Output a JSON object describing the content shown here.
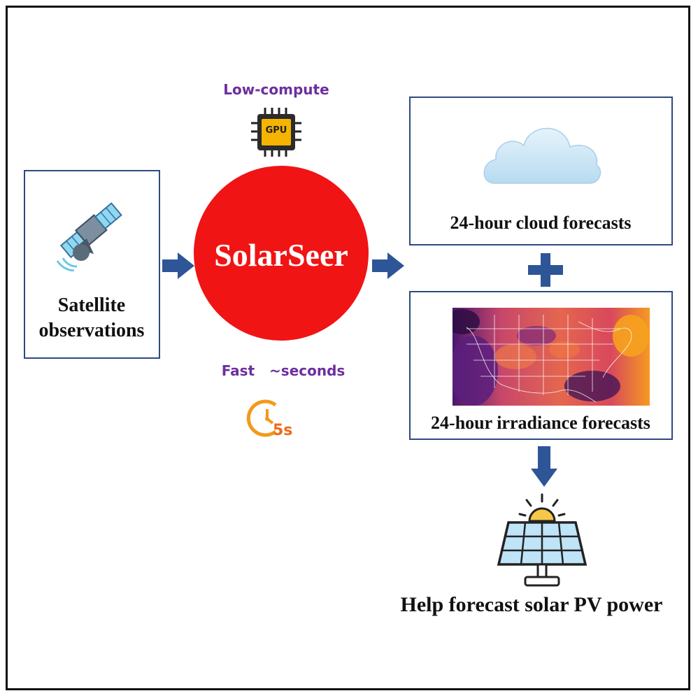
{
  "satellite_box": {
    "label_line1": "Satellite",
    "label_line2": "observations"
  },
  "model": {
    "name": "SolarSeer",
    "color": "#f01414"
  },
  "compute": {
    "label": "Low-compute",
    "chip_text": "GPU"
  },
  "speed": {
    "label": "Fast   ~seconds",
    "timer_text": "5s"
  },
  "cloud_box": {
    "label": "24-hour cloud forecasts"
  },
  "irradiance_box": {
    "label": "24-hour irradiance forecasts"
  },
  "output": {
    "label": "Help forecast solar PV power"
  },
  "colors": {
    "arrow": "#2e5597",
    "box_border": "#2e4a82",
    "label_purple": "#6d2f9e"
  }
}
